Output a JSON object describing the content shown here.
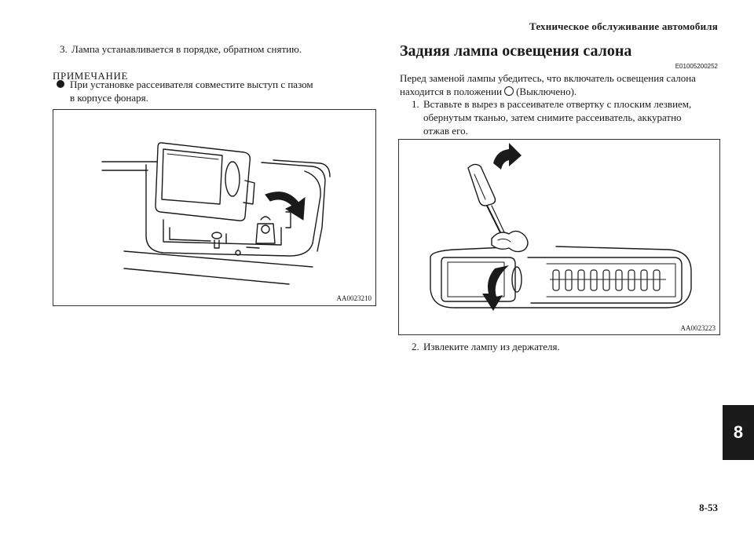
{
  "header": {
    "title": "Техническое обслуживание автомобиля",
    "page_number": "8-53",
    "chapter_tab": "8"
  },
  "left": {
    "step3": {
      "num": "3.",
      "text": "Лампа устанавливается в порядке, обратном снятию."
    },
    "note": {
      "heading": "ПРИМЕЧАНИЕ",
      "bullet_line1": "При установке рассеивателя совместите выступ с пазом",
      "bullet_line2": "в корпусе фонаря."
    },
    "figure": {
      "code": "AA0023210"
    }
  },
  "right": {
    "title": "Задняя лампа освещения салона",
    "section_code": "E01005200252",
    "intro_line1": "Перед заменой лампы убедитесь, что включатель освещения салона",
    "intro_line2_before": "находится в положении",
    "intro_line2_after": "(Выключено).",
    "step1": {
      "num": "1.",
      "line1": "Вставьте в вырез в рассеивателе отвертку с плоским лезвием,",
      "line2": "обернутым тканью, затем снимите рассеиватель, аккуратно",
      "line3": "отжав его."
    },
    "figure": {
      "code": "AA0023223"
    },
    "step2": {
      "num": "2.",
      "text": "Извлеките лампу из держателя."
    }
  }
}
